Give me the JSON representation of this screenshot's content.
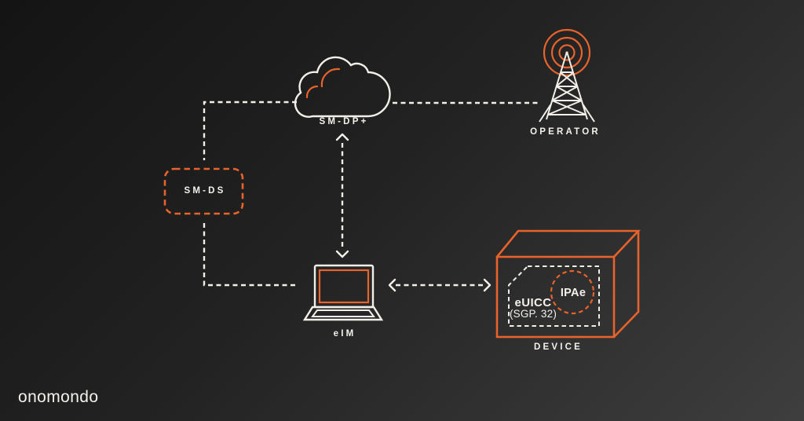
{
  "colors": {
    "accent_orange": "#E8632B",
    "line_white": "#F2EFE9",
    "text_white": "#F4F1EC",
    "bg_dark": "#141414",
    "bg_light": "#3E3E3E"
  },
  "logo": {
    "text": "onomondo"
  },
  "icons": {
    "cloud": "cloud-icon",
    "radio_tower": "radio-tower-icon",
    "laptop": "laptop-icon",
    "sim_card": "sim-card-icon",
    "device_box": "device-box-icon"
  },
  "nodes": {
    "smdp": {
      "label": "SM-DP+"
    },
    "operator": {
      "label": "OPERATOR"
    },
    "smds": {
      "label": "SM-DS"
    },
    "eim": {
      "label": "eIM"
    },
    "device": {
      "label": "DEVICE",
      "euicc_label": "eUICC",
      "spec_label": "(SGP. 32)",
      "ipae_label": "IPAe"
    }
  }
}
